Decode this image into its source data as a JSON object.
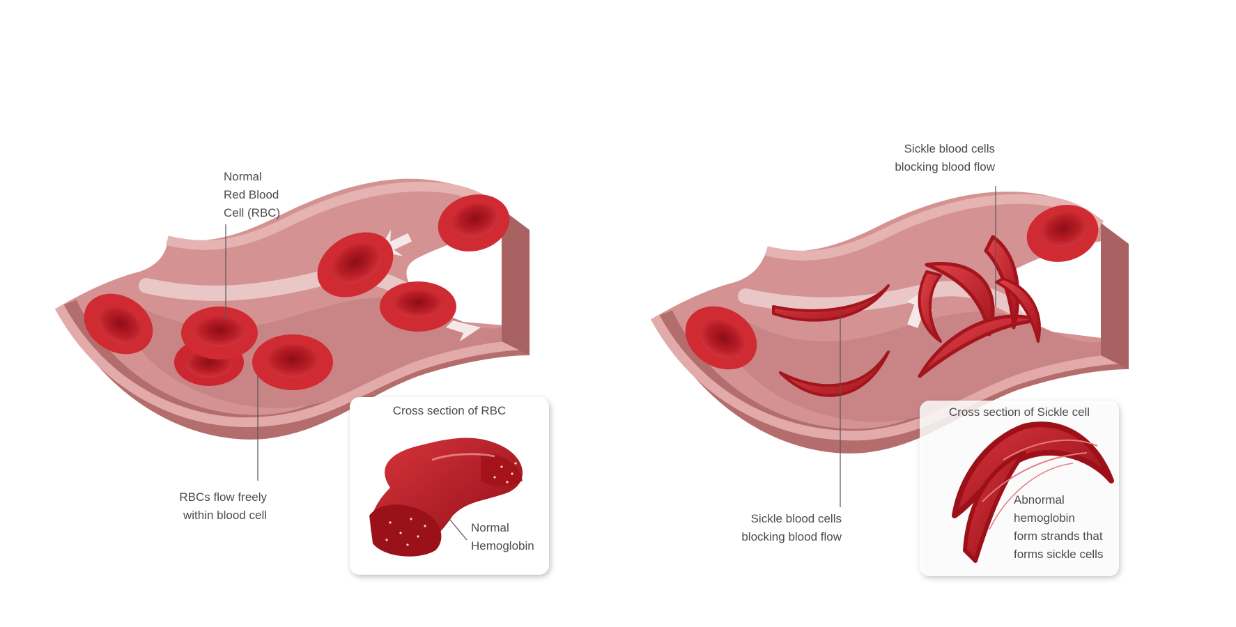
{
  "normal_panel": {
    "rbc_label": [
      "Normal",
      "Red Blood",
      "Cell (RBC)"
    ],
    "flow_label": [
      "RBCs flow freely",
      "within blood cell"
    ],
    "inset_title": "Cross section of RBC",
    "inset_label": [
      "Normal",
      "Hemoglobin"
    ]
  },
  "sickle_panel": {
    "top_label": [
      "Sickle blood cells",
      "blocking  blood flow"
    ],
    "bottom_label": [
      "Sickle blood cells",
      "blocking  blood flow"
    ],
    "inset_title": "Cross section of Sickle cell",
    "inset_label": [
      "Abnormal",
      "hemoglobin",
      "form strands that",
      "forms sickle cells"
    ]
  },
  "colors": {
    "vessel_top": "#d99898",
    "vessel_inner": "#c98585",
    "vessel_side": "#b46d6d",
    "cell_red": "#c8232c",
    "cell_dark": "#9c1018",
    "cell_light": "#e0444b",
    "text": "#4b4b4b",
    "line": "#555555"
  }
}
